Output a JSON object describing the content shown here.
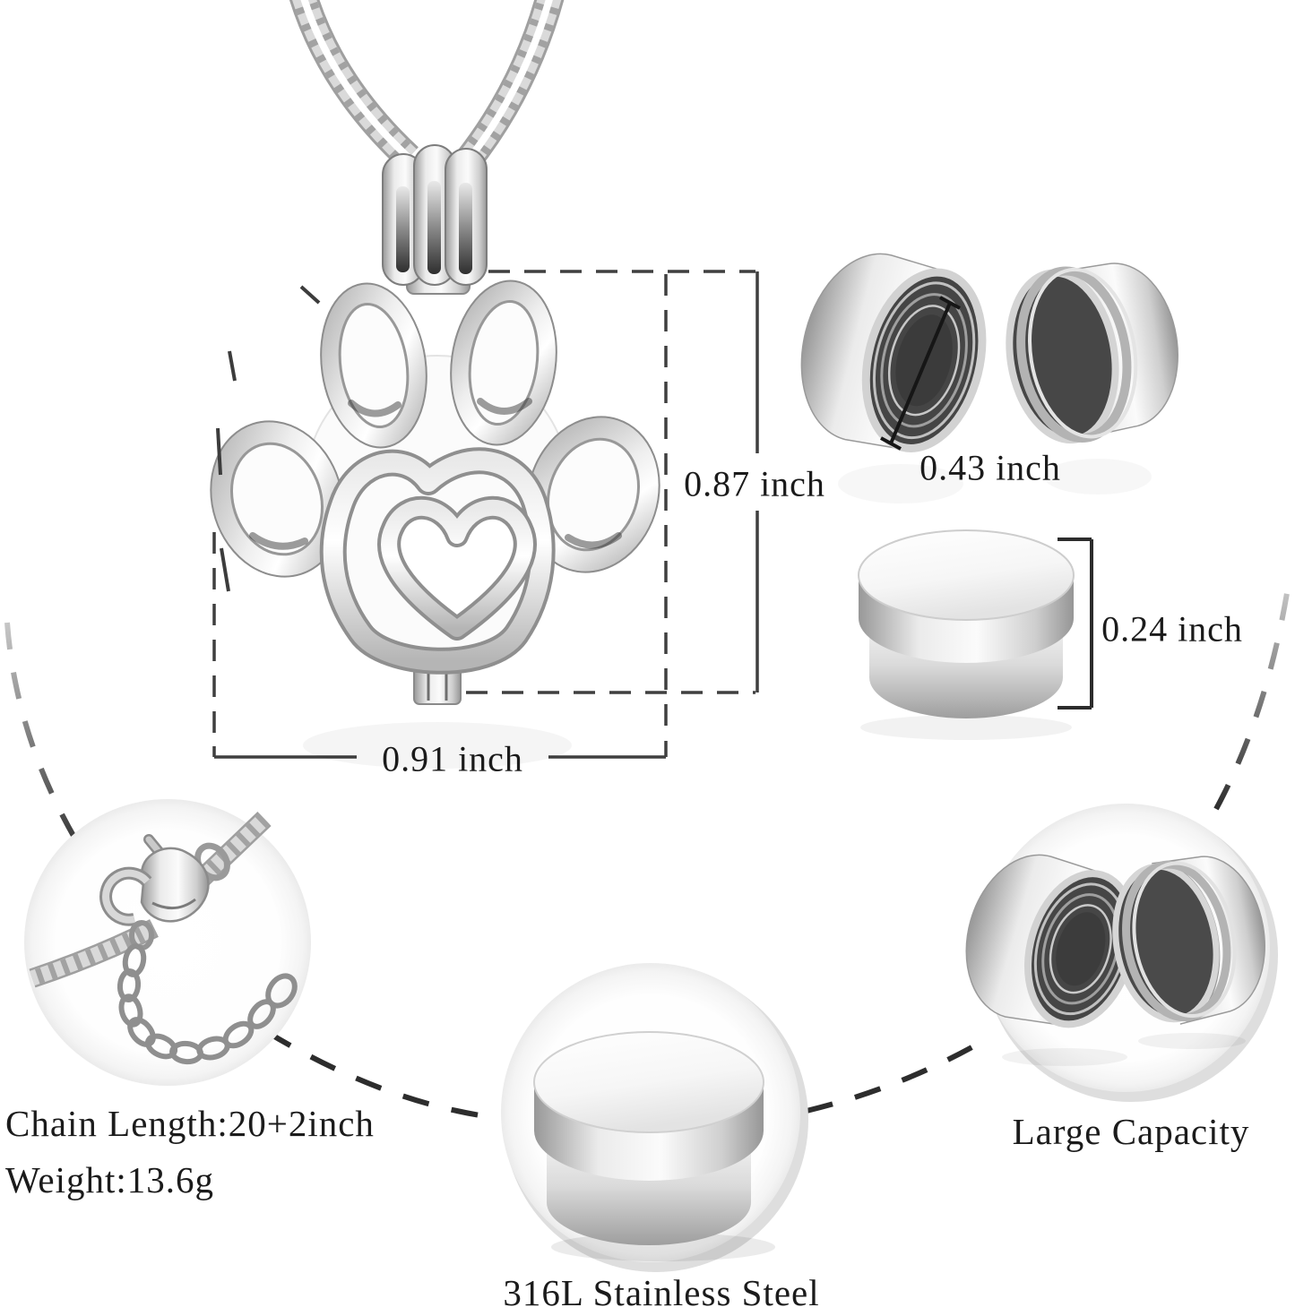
{
  "labels": {
    "pendant_height": "0.87 inch",
    "pendant_width": "0.91 inch",
    "capsule_diameter": "0.43 inch",
    "capsule_height": "0.24 inch",
    "chain_length": "Chain Length:20+2inch",
    "weight": "Weight:13.6g",
    "large_capacity": "Large Capacity",
    "material": "316L Stainless Steel"
  },
  "colors": {
    "background": "#ffffff",
    "annotation_line": "#3f3f3f",
    "text": "#1b1b1b",
    "metal_highlight": "#f7f7f7",
    "metal_mid": "#c9c9c9",
    "metal_shadow": "#8f8f8f",
    "thread_interior": "#474747"
  }
}
